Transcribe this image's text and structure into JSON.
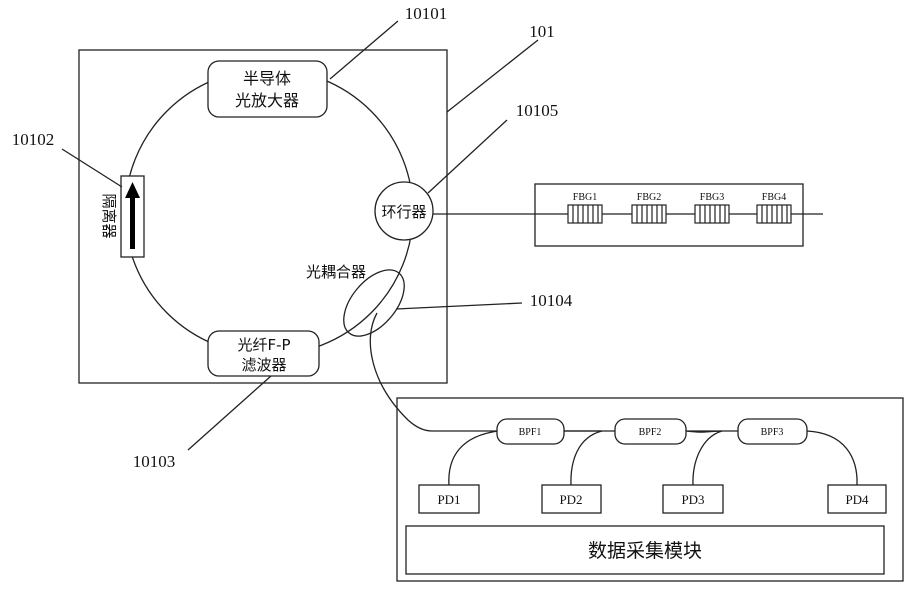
{
  "labels": {
    "amp_line1": "半导体",
    "amp_line2": "光放大器",
    "isolator": "隔离器",
    "fp_line1": "光纤F-P",
    "fp_line2": "滤波器",
    "circulator": "环行器",
    "coupler": "光耦合器",
    "daq": "数据采集模块"
  },
  "refs": {
    "r10101": "10101",
    "r101": "101",
    "r10102": "10102",
    "r10105": "10105",
    "r10104": "10104",
    "r10103": "10103"
  },
  "fbg": [
    "FBG1",
    "FBG2",
    "FBG3",
    "FBG4"
  ],
  "bpf": [
    "BPF1",
    "BPF2",
    "BPF3"
  ],
  "pd": [
    "PD1",
    "PD2",
    "PD3",
    "PD4"
  ]
}
